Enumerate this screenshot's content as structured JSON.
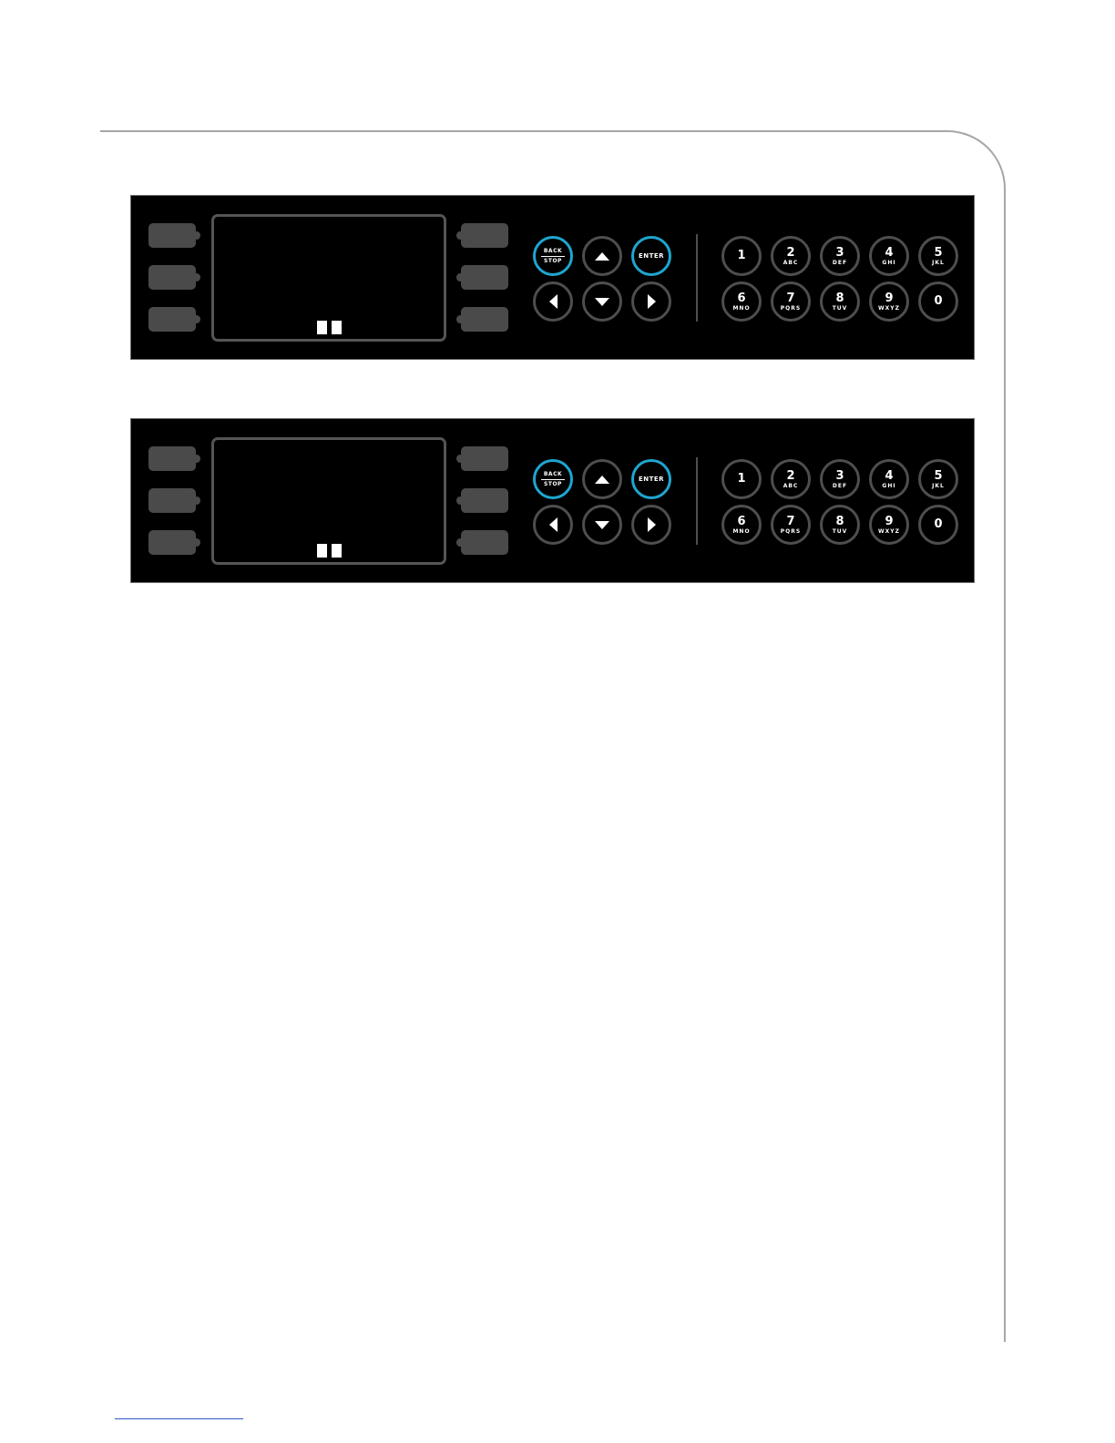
{
  "keypad": {
    "back_top": "BACK",
    "back_bottom": "STOP",
    "enter": "ENTER",
    "keys": [
      {
        "digit": "1",
        "letters": ""
      },
      {
        "digit": "2",
        "letters": "ABC"
      },
      {
        "digit": "3",
        "letters": "DEF"
      },
      {
        "digit": "4",
        "letters": "GHI"
      },
      {
        "digit": "5",
        "letters": "JKL"
      },
      {
        "digit": "6",
        "letters": "MNO"
      },
      {
        "digit": "7",
        "letters": "PQRS"
      },
      {
        "digit": "8",
        "letters": "TUV"
      },
      {
        "digit": "9",
        "letters": "WXYZ"
      },
      {
        "digit": "0",
        "letters": ""
      }
    ]
  },
  "icons": {
    "up": "arrow-up-icon",
    "down": "arrow-down-icon",
    "left": "arrow-left-icon",
    "right": "arrow-right-icon"
  },
  "colors": {
    "panel": "#000000",
    "accent": "#1ea6cf",
    "key_border": "#4e4e4e",
    "softkey": "#4a4a4a"
  }
}
